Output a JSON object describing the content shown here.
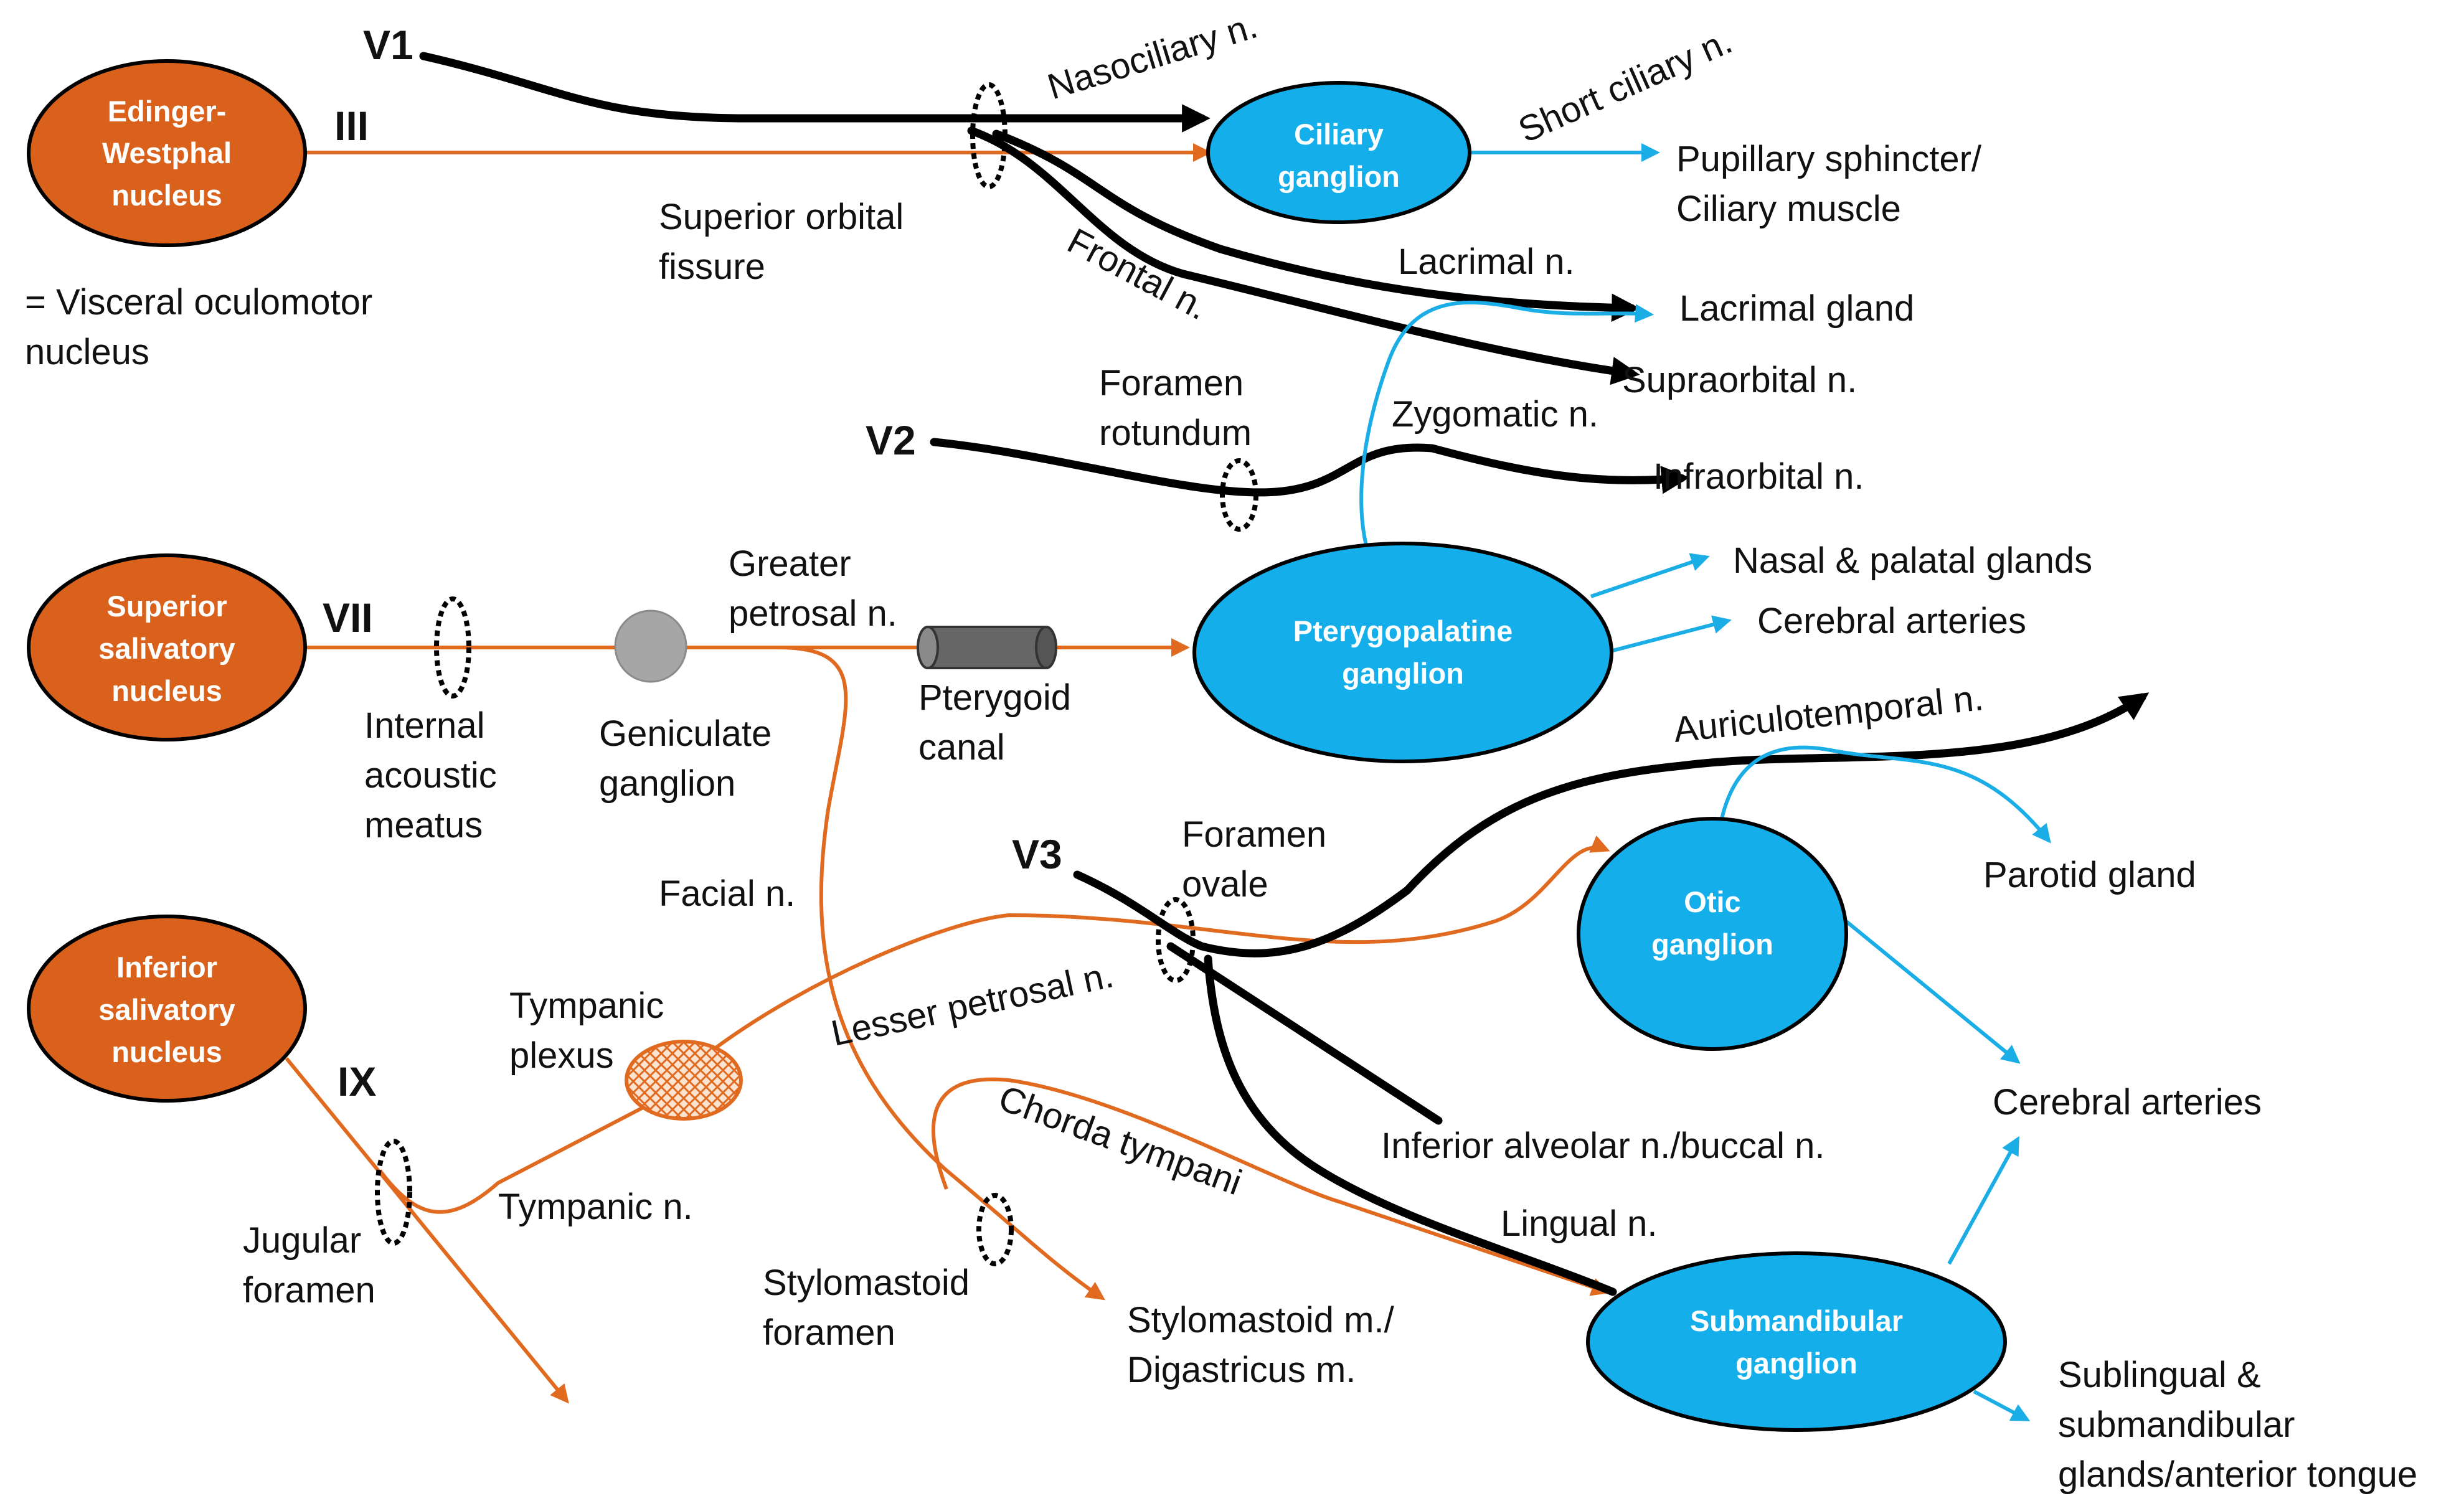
{
  "colors": {
    "parasympathetic_orange": "#E06A1F",
    "postganglionic_blue": "#1AADE6",
    "trigeminal_black": "#000000",
    "foramen_dashed": "#000000",
    "geniculate_gray": "#999999"
  },
  "nuclei": {
    "edinger_westphal": [
      "Edinger-",
      "Westphal",
      "nucleus"
    ],
    "superior_salivatory": [
      "Superior",
      "salivatory",
      "nucleus"
    ],
    "inferior_salivatory": [
      "Inferior",
      "salivatory",
      "nucleus"
    ]
  },
  "ganglia": {
    "ciliary": [
      "Ciliary",
      "ganglion"
    ],
    "pterygopalatine": [
      "Pterygopalatine",
      "ganglion"
    ],
    "otic": [
      "Otic",
      "ganglion"
    ],
    "submandibular": [
      "Submandibular",
      "ganglion"
    ]
  },
  "nerve_roots": {
    "v1": "V1",
    "v2": "V2",
    "v3": "V3",
    "iii": "III",
    "vii": "VII",
    "ix": "IX"
  },
  "labels": {
    "visceral_oculomotor": [
      "= Visceral oculomotor",
      "nucleus"
    ],
    "superior_orbital_fissure": [
      "Superior orbital",
      "fissure"
    ],
    "nasociliary": "Nasociliary n.",
    "short_ciliary": "Short ciliary n.",
    "pupillary": [
      "Pupillary sphincter/",
      "Ciliary muscle"
    ],
    "lacrimal_n": "Lacrimal n.",
    "frontal_n": "Frontal n.",
    "lacrimal_gland": "Lacrimal gland",
    "supraorbital": "Supraorbital n.",
    "foramen_rotundum": [
      "Foramen",
      "rotundum"
    ],
    "zygomatic": "Zygomatic n.",
    "infraorbital": "Infraorbital n.",
    "greater_petrosal": [
      "Greater",
      "petrosal n."
    ],
    "pterygoid_canal": [
      "Pterygoid",
      "canal"
    ],
    "nasal_palatal": "Nasal & palatal glands",
    "cerebral_arteries_top": "Cerebral arteries",
    "internal_acoustic": [
      "Internal",
      "acoustic",
      "meatus"
    ],
    "geniculate_ganglion": [
      "Geniculate",
      "ganglion"
    ],
    "auriculotemporal": "Auriculotemporal n.",
    "foramen_ovale": [
      "Foramen",
      "ovale"
    ],
    "parotid": "Parotid gland",
    "facial_n": "Facial n.",
    "tympanic_plexus": [
      "Tympanic",
      "plexus"
    ],
    "lesser_petrosal": "Lesser  petrosal n.",
    "chorda_tympani": "Chorda tympani",
    "inferior_alveolar": "Inferior alveolar n./buccal n.",
    "cerebral_arteries_bottom": "Cerebral arteries",
    "jugular_foramen": [
      "Jugular",
      "foramen"
    ],
    "tympanic_n": "Tympanic n.",
    "lingual_n": "Lingual n.",
    "stylomastoid_foramen": [
      "Stylomastoid",
      "foramen"
    ],
    "stylomastoid_m": [
      "Stylomastoid m./",
      "Digastricus m."
    ],
    "sublingual": [
      "Sublingual &",
      "submandibular",
      "glands/anterior tongue"
    ]
  }
}
